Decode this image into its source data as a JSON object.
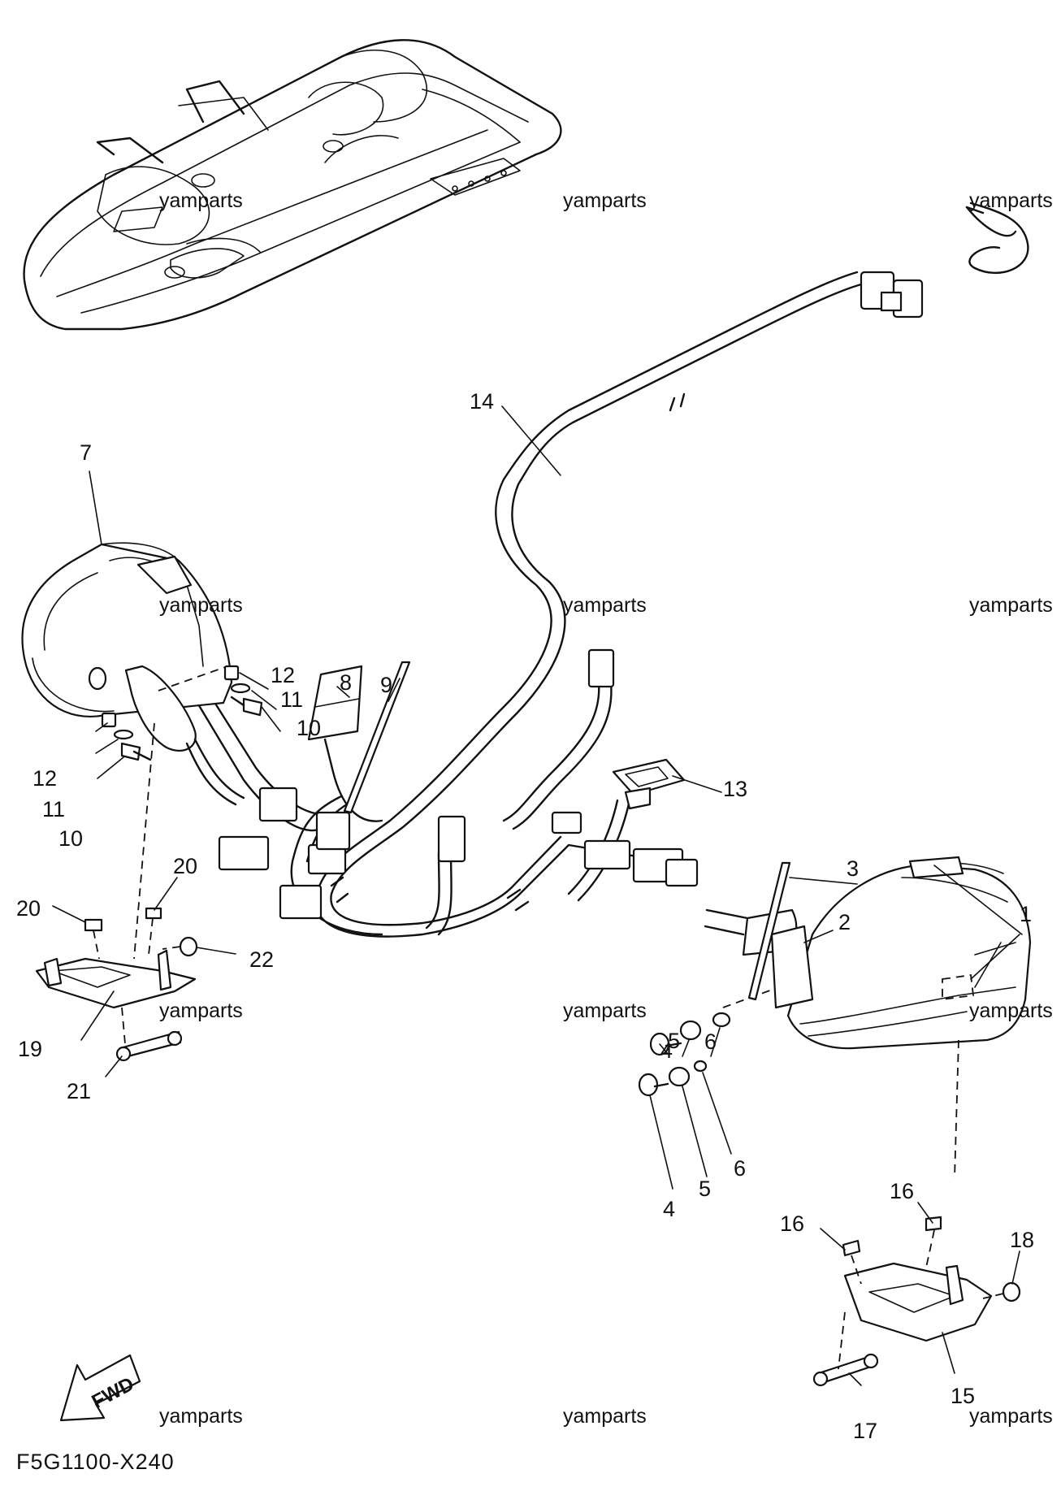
{
  "diagram_code": "F5G1100-X240",
  "watermark_text": "yamparts",
  "fwd_label": "FWD",
  "callouts": {
    "p1": "1",
    "p2": "2",
    "p3": "3",
    "p4a": "4",
    "p4b": "4",
    "p5a": "5",
    "p5b": "5",
    "p6a": "6",
    "p6b": "6",
    "p7": "7",
    "p8": "8",
    "p9": "9",
    "p10a": "10",
    "p10b": "10",
    "p11a": "11",
    "p11b": "11",
    "p12a": "12",
    "p12b": "12",
    "p13": "13",
    "p14": "14",
    "p15": "15",
    "p16a": "16",
    "p16b": "16",
    "p17": "17",
    "p18": "18",
    "p19": "19",
    "p20a": "20",
    "p20b": "20",
    "p21": "21",
    "p22": "22"
  }
}
